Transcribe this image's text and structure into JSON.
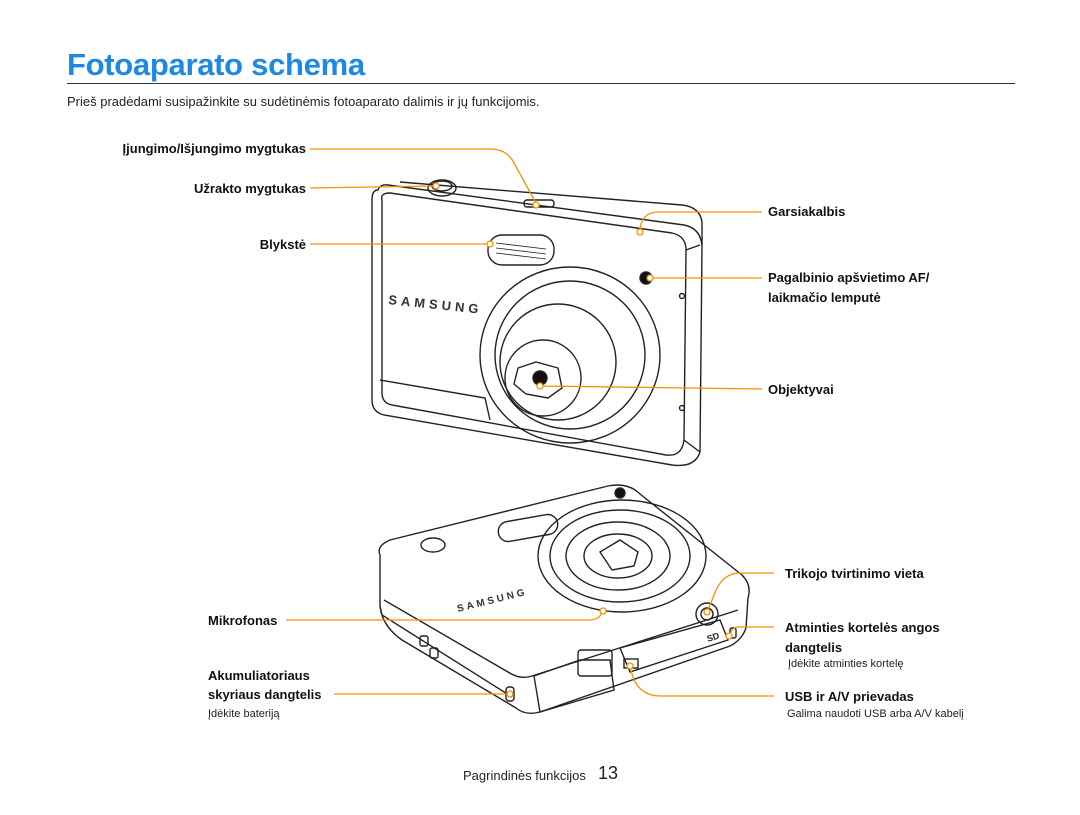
{
  "page": {
    "title": "Fotoaparato schema",
    "intro": "Prieš pradėdami susipažinkite su sudėtinėmis fotoaparato dalimis ir jų funkcijomis."
  },
  "front_labels": {
    "power_button": "Įjungimo/Išjungimo mygtukas",
    "shutter_button": "Užrakto mygtukas",
    "flash": "Blykstė",
    "speaker": "Garsiakalbis",
    "af_lamp_line1": "Pagalbinio apšvietimo AF/",
    "af_lamp_line2": "laikmačio lemputė",
    "lens": "Objektyvai"
  },
  "bottom_labels": {
    "tripod": "Trikojo tvirtinimo vieta",
    "microphone": "Mikrofonas",
    "card_cover_line1": "Atminties kortelės angos",
    "card_cover_line2": "dangtelis",
    "card_cover_note": "Įdėkite atminties kortelę",
    "battery_cover_line1": "Akumuliatoriaus",
    "battery_cover_line2": "skyriaus dangtelis",
    "battery_cover_note": "Įdėkite bateriją",
    "usb_port": "USB ir A/V prievadas",
    "usb_note": "Galima naudoti USB arba A/V kabelį"
  },
  "camera_brand": "SAMSUNG",
  "footer": {
    "section": "Pagrindinės funkcijos",
    "page_number": "13"
  },
  "colors": {
    "title": "#1e88e5",
    "callout": "#f39200"
  }
}
